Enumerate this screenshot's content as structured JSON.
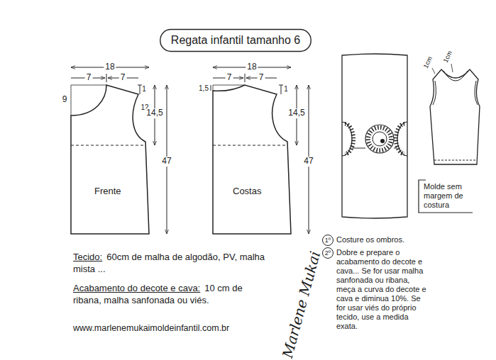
{
  "diagram": {
    "title": "Regata infantil tamanho 6",
    "nodes": [
      {
        "text": [
          "Frente"
        ]
      },
      {
        "text": [
          "Costas"
        ]
      },
      {
        "text": [
          "Molde sem margem de costura"
        ]
      },
      {
        "text": [
          "1º"
        ]
      },
      {
        "text": [
          "2º"
        ]
      }
    ],
    "labels": [
      "18",
      "7",
      "7",
      "9",
      "1",
      "12",
      "14,5",
      "47",
      "18",
      "7",
      "7",
      "1,5",
      "1",
      "14,5",
      "47",
      "1cm",
      "1cm",
      "Tecido:",
      "60cm de malha de algodão, PV, malha mista ...",
      "Acabamento do decote e cava:",
      "10 cm de ribana, malha sanfonada ou viés.",
      "www.marlenemukaimoldeinfantil.com.br",
      "Marlene Mukai",
      "Costure os ombros.",
      "Dobre e prepare o acabamento do decote e cava... Se for usar malha sanfonada ou ribana, meça a curva do decote e cava e diminua 10%. Se for usar viés do próprio tecido, use a medida exata."
    ]
  }
}
